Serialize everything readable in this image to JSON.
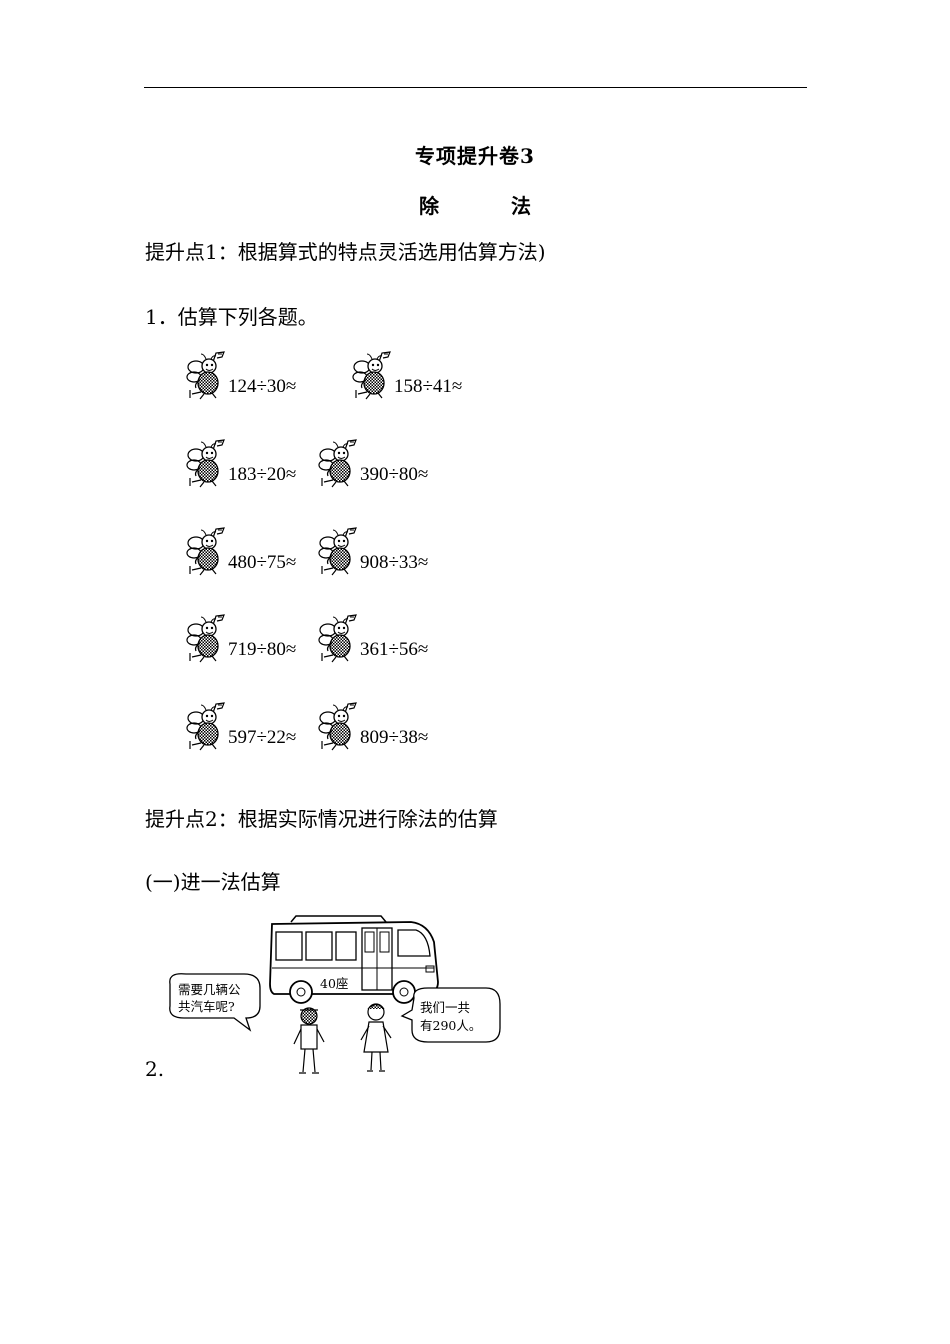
{
  "header": {
    "title": "专项提升卷3",
    "subtitle": "除　法"
  },
  "section1": {
    "heading": "提升点1：根据算式的特点灵活选用估算方法)",
    "question": "1．估算下列各题。",
    "problems": [
      "124÷30≈",
      "158÷41≈",
      "183÷20≈",
      "390÷80≈",
      "480÷75≈",
      "908÷33≈",
      "719÷80≈",
      "361÷56≈",
      "597÷22≈",
      "809÷38≈"
    ]
  },
  "section2": {
    "heading": "提升点2：根据实际情况进行除法的估算",
    "subheading": "(一)进一法估算",
    "question_number": "2.",
    "illustration": {
      "bus_label": "40座",
      "left_bubble_line1": "需要几辆公",
      "left_bubble_line2": "共汽车呢?",
      "right_bubble_line1": "我们一共",
      "right_bubble_line2": "有290人。"
    }
  }
}
